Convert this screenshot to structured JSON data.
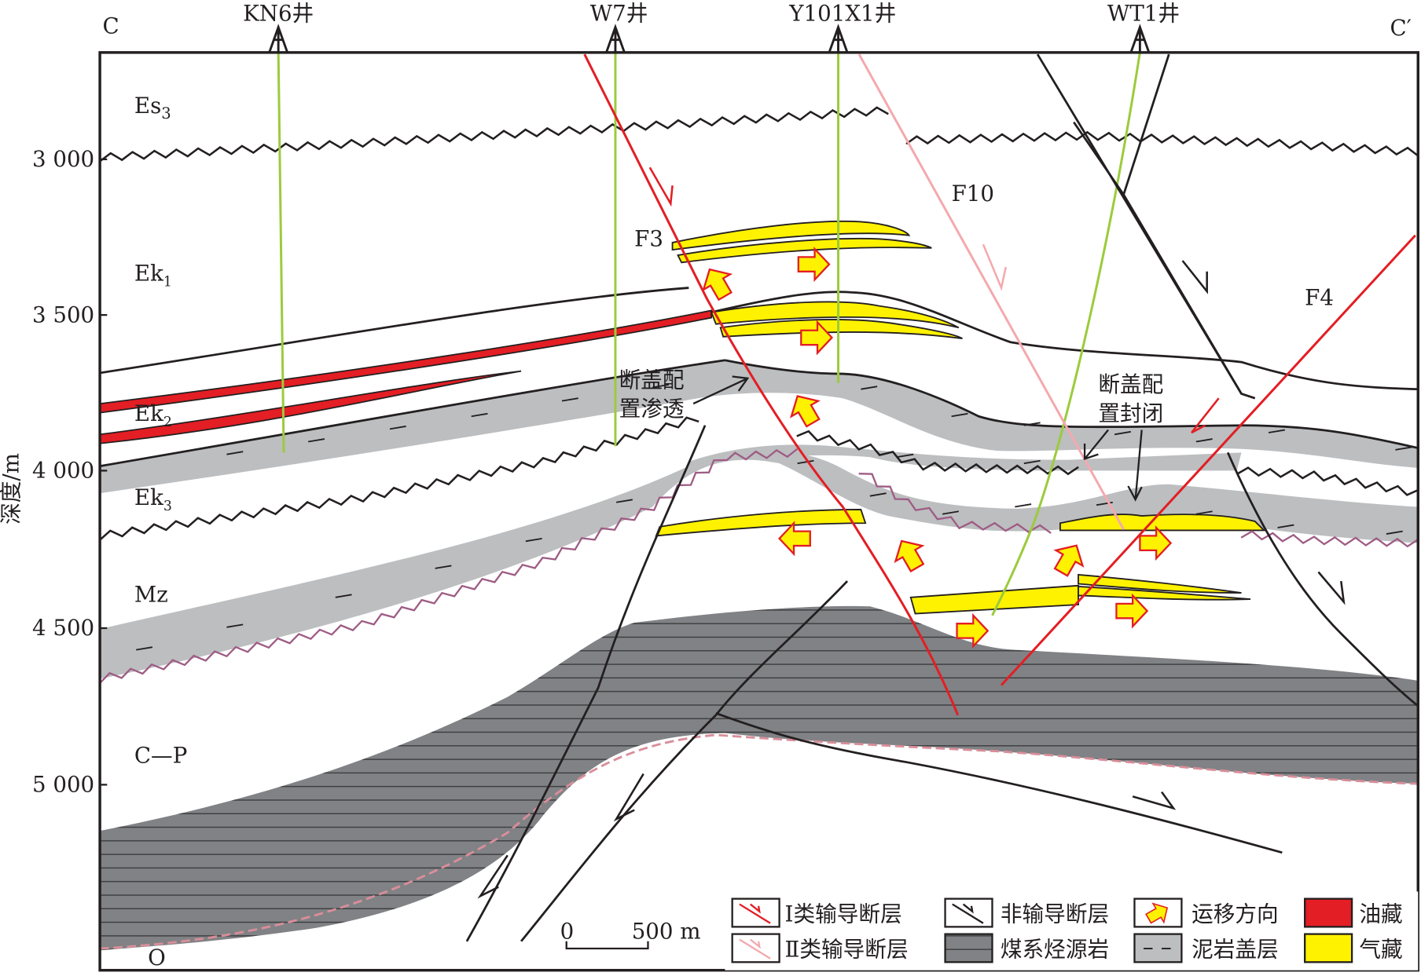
{
  "section": {
    "left_label": "C",
    "right_label": "C′"
  },
  "wells": [
    {
      "name": "KN6井"
    },
    {
      "name": "W7井"
    },
    {
      "name": "Y101X1井"
    },
    {
      "name": "WT1井"
    }
  ],
  "axis": {
    "label": "深度/m",
    "ticks": [
      "3 000",
      "3 500",
      "4 000",
      "4 500",
      "5 000"
    ]
  },
  "strata": {
    "es3": {
      "main": "Es",
      "sub": "3"
    },
    "ek1": {
      "main": "Ek",
      "sub": "1"
    },
    "ek2": {
      "main": "Ek",
      "sub": "2"
    },
    "ek3": {
      "main": "Ek",
      "sub": "3"
    },
    "mz": "Mz",
    "cp": "C—P",
    "o": "O"
  },
  "faults": {
    "f3": "F3",
    "f10": "F10",
    "f4": "F4"
  },
  "annotations": {
    "leak": [
      "断盖配",
      "置渗透"
    ],
    "seal": [
      "断盖配",
      "置封闭"
    ]
  },
  "scale_bar": {
    "zero": "0",
    "length": "500 m"
  },
  "legend": [
    {
      "label": "Ⅰ类输导断层",
      "symbol": "fault-class1"
    },
    {
      "label": "非输导断层",
      "symbol": "fault-nonconducting"
    },
    {
      "label": "运移方向",
      "symbol": "migration-arrow"
    },
    {
      "label": "油藏",
      "symbol": "oil-reservoir"
    },
    {
      "label": "Ⅱ类输导断层",
      "symbol": "fault-class2"
    },
    {
      "label": "煤系烃源岩",
      "symbol": "coal-source-rock"
    },
    {
      "label": "泥岩盖层",
      "symbol": "mudstone-caprock"
    },
    {
      "label": "气藏",
      "symbol": "gas-reservoir"
    }
  ],
  "colors": {
    "oil": "#e31e24",
    "gas": "#fff200",
    "mudstone": "#bcbec0",
    "coal": "#808285",
    "fault_class1": "#e31e24",
    "fault_class2": "#f4a9ae",
    "well": "#9bcb3c",
    "unconformity_purple": "#9e5c84"
  }
}
